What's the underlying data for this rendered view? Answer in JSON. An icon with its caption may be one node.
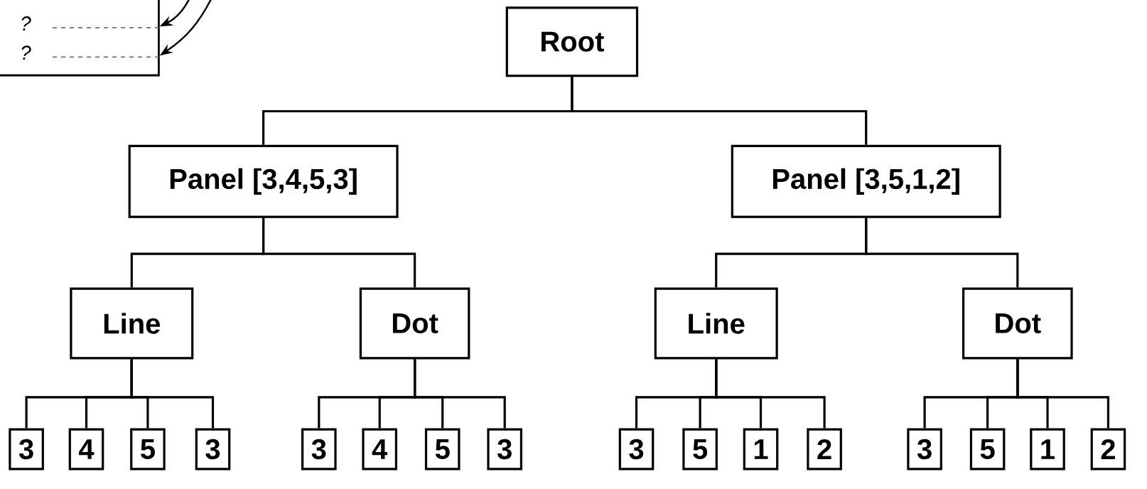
{
  "diagram": {
    "nodes": [
      {
        "text": [
          "?",
          "?"
        ]
      },
      {
        "text": [
          "Root"
        ]
      },
      {
        "text": [
          "**Panel** [3,4,5,3]"
        ]
      },
      {
        "text": [
          "**Panel** [3,5,1,2]"
        ]
      },
      {
        "text": [
          "Line"
        ]
      },
      {
        "text": [
          "Dot"
        ]
      },
      {
        "text": [
          "Line"
        ]
      },
      {
        "text": [
          "Dot"
        ]
      },
      {
        "text": [
          "3"
        ]
      },
      {
        "text": [
          "4"
        ]
      },
      {
        "text": [
          "5"
        ]
      },
      {
        "text": [
          "3"
        ]
      },
      {
        "text": [
          "3"
        ]
      },
      {
        "text": [
          "4"
        ]
      },
      {
        "text": [
          "5"
        ]
      },
      {
        "text": [
          "3"
        ]
      },
      {
        "text": [
          "3"
        ]
      },
      {
        "text": [
          "5"
        ]
      },
      {
        "text": [
          "1"
        ]
      },
      {
        "text": [
          "2"
        ]
      },
      {
        "text": [
          "3"
        ]
      },
      {
        "text": [
          "5"
        ]
      },
      {
        "text": [
          "1"
        ]
      },
      {
        "text": [
          "2"
        ]
      }
    ],
    "edges": [
      {
        "from": null,
        "to": 0,
        "arrow": "to"
      },
      {
        "from": null,
        "to": 0,
        "arrow": "to"
      },
      {
        "from": 1,
        "to": 2,
        "arrow": "none"
      },
      {
        "from": 1,
        "to": 3,
        "arrow": "none"
      },
      {
        "from": 2,
        "to": 4,
        "arrow": "none"
      },
      {
        "from": 2,
        "to": 5,
        "arrow": "none"
      },
      {
        "from": 3,
        "to": 6,
        "arrow": "none"
      },
      {
        "from": 3,
        "to": 7,
        "arrow": "none"
      },
      {
        "from": 4,
        "to": 8,
        "arrow": "none"
      },
      {
        "from": 4,
        "to": 9,
        "arrow": "none"
      },
      {
        "from": 4,
        "to": 10,
        "arrow": "none"
      },
      {
        "from": 4,
        "to": 11,
        "arrow": "none"
      },
      {
        "from": 5,
        "to": 12,
        "arrow": "none"
      },
      {
        "from": 5,
        "to": 13,
        "arrow": "none"
      },
      {
        "from": 5,
        "to": 14,
        "arrow": "none"
      },
      {
        "from": 5,
        "to": 15,
        "arrow": "none"
      },
      {
        "from": 6,
        "to": 16,
        "arrow": "none"
      },
      {
        "from": 6,
        "to": 17,
        "arrow": "none"
      },
      {
        "from": 6,
        "to": 18,
        "arrow": "none"
      },
      {
        "from": 6,
        "to": 19,
        "arrow": "none"
      },
      {
        "from": 7,
        "to": 20,
        "arrow": "none"
      },
      {
        "from": 7,
        "to": 21,
        "arrow": "none"
      },
      {
        "from": 7,
        "to": 22,
        "arrow": "none"
      },
      {
        "from": 7,
        "to": 23,
        "arrow": "none"
      }
    ]
  }
}
